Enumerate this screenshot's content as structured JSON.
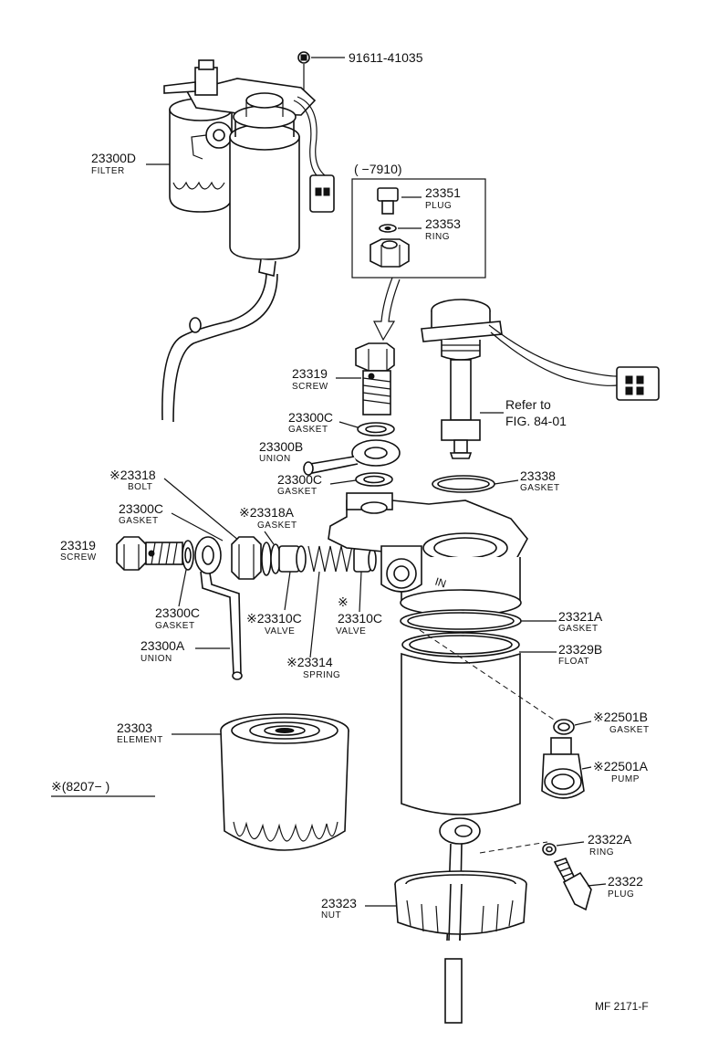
{
  "parts": {
    "bolt_91611": {
      "number": "91611-41035"
    },
    "filter_23300D": {
      "number": "23300D",
      "desc": "FILTER"
    },
    "range_box": {
      "label": "(      −7910)"
    },
    "plug_23351": {
      "number": "23351",
      "desc": "PLUG"
    },
    "ring_23353": {
      "number": "23353",
      "desc": "RING"
    },
    "screw_23319_top": {
      "number": "23319",
      "desc": "SCREW"
    },
    "gasket_23300C_a": {
      "number": "23300C",
      "desc": "GASKET"
    },
    "union_23300B": {
      "number": "23300B",
      "desc": "UNION"
    },
    "gasket_23300C_b": {
      "number": "23300C",
      "desc": "GASKET"
    },
    "refer": {
      "line1": "Refer to",
      "line2": "FIG. 84-01"
    },
    "gasket_23338": {
      "number": "23338",
      "desc": "GASKET"
    },
    "bolt_23318": {
      "number": "※23318",
      "desc": "BOLT"
    },
    "gasket_23300C_c": {
      "number": "23300C",
      "desc": "GASKET"
    },
    "gasket_23318A": {
      "number": "※23318A",
      "desc": "GASKET"
    },
    "screw_23319_left": {
      "number": "23319",
      "desc": "SCREW"
    },
    "gasket_23300C_d": {
      "number": "23300C",
      "desc": "GASKET"
    },
    "valve_23310C_a": {
      "number": "※23310C",
      "desc": "VALVE"
    },
    "valve_23310C_b": {
      "number": "23310C",
      "desc": "VALVE",
      "mark": "※"
    },
    "union_23300A": {
      "number": "23300A",
      "desc": "UNION"
    },
    "spring_23314": {
      "number": "※23314",
      "desc": "SPRING"
    },
    "gasket_23321A": {
      "number": "23321A",
      "desc": "GASKET"
    },
    "float_23329B": {
      "number": "23329B",
      "desc": "FLOAT"
    },
    "element_23303": {
      "number": "23303",
      "desc": "ELEMENT"
    },
    "gasket_22501B": {
      "number": "※22501B",
      "desc": "GASKET"
    },
    "pump_22501A": {
      "number": "※22501A",
      "desc": "PUMP"
    },
    "ring_23322A": {
      "number": "23322A",
      "desc": "RING"
    },
    "plug_23322": {
      "number": "23322",
      "desc": "PLUG"
    },
    "nut_23323": {
      "number": "23323",
      "desc": "NUT"
    }
  },
  "note": "※(8207−        )",
  "head_mark": "IN",
  "figure_code": "MF  2171-F"
}
